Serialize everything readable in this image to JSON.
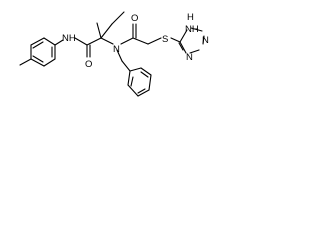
{
  "molecule": {
    "atoms": {
      "amide_nh": "NH",
      "amide_o_1": "O",
      "amide_n": "N",
      "amide_o_2": "O",
      "thioether_s": "S",
      "triazole_nh": "NH",
      "triazole_h": "H",
      "triazole_n_a": "N",
      "triazole_n_b": "N"
    }
  }
}
